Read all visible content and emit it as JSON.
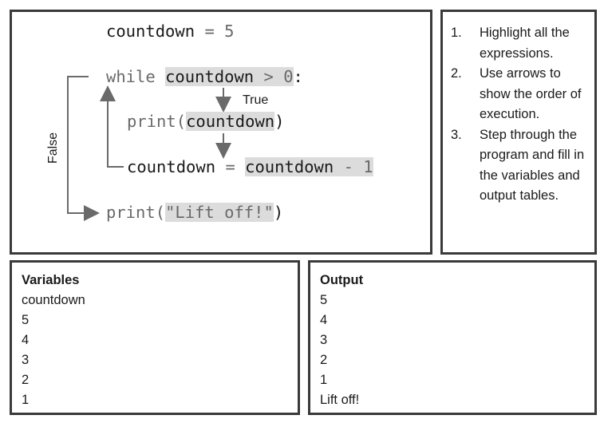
{
  "code": {
    "assign": {
      "var": "countdown",
      "op": "=",
      "value": "5"
    },
    "while": {
      "keyword": "while",
      "var": "countdown",
      "op": ">",
      "value": "0",
      "colon": ":"
    },
    "print": {
      "func": "print(",
      "arg": "countdown",
      "close": ")"
    },
    "update": {
      "var": "countdown",
      "op": "=",
      "expr_var": "countdown",
      "expr_op": "-",
      "expr_value": "1"
    },
    "final": {
      "func": "print(",
      "arg": "\"Lift off!\"",
      "close": ")"
    }
  },
  "flow": {
    "true_label": "True",
    "false_label": "False"
  },
  "instructions": [
    {
      "num": "1.",
      "text": "Highlight all the expressions."
    },
    {
      "num": "2.",
      "text": "Use arrows to show the order of execution."
    },
    {
      "num": "3.",
      "text": "Step through the program and fill in the variables and output tables."
    }
  ],
  "variables": {
    "title": "Variables",
    "name": "countdown",
    "values": [
      "5",
      "4",
      "3",
      "2",
      "1"
    ]
  },
  "output": {
    "title": "Output",
    "values": [
      "5",
      "4",
      "3",
      "2",
      "1",
      "Lift off!"
    ]
  },
  "colors": {
    "border": "#3a3a3a",
    "highlight": "#dcdcdc",
    "arrow": "#6a6a6a"
  }
}
